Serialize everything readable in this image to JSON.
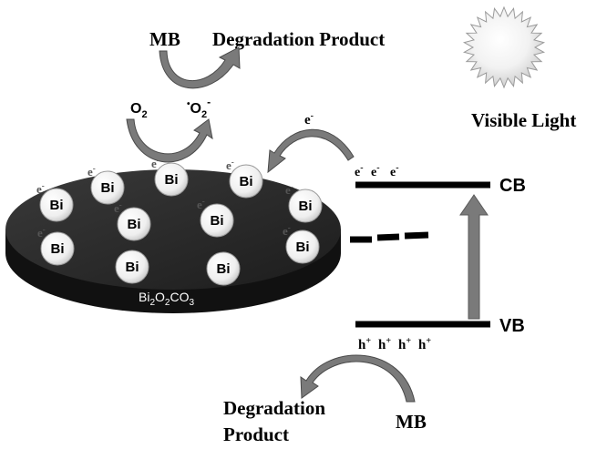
{
  "top": {
    "mb": "MB",
    "product": "Degradation Product",
    "o2": "O",
    "o2_sub": "2",
    "radical_dot": "•",
    "radical_o": "O",
    "radical_sub": "2",
    "radical_sup": "-",
    "electron": "e",
    "electron_sup": "-"
  },
  "light": {
    "label": "Visible Light"
  },
  "bands": {
    "cb": "CB",
    "vb": "VB",
    "electrons": [
      {
        "e": "e",
        "sup": "-"
      },
      {
        "e": "e",
        "sup": "-"
      },
      {
        "e": "e",
        "sup": "-"
      }
    ],
    "holes": [
      {
        "h": "h",
        "sup": "+"
      },
      {
        "h": "h",
        "sup": "+"
      },
      {
        "h": "h",
        "sup": "+"
      },
      {
        "h": "h",
        "sup": "+"
      }
    ]
  },
  "disk": {
    "bi": "Bi",
    "electron": "e",
    "electron_sup": "-",
    "formula": [
      {
        "text": "Bi",
        "sub": "2"
      },
      {
        "text": "O",
        "sub": "2"
      },
      {
        "text": "CO",
        "sub": "3"
      }
    ]
  },
  "bottom": {
    "product_line1": "Degradation",
    "product_line2": "Product",
    "mb": "MB"
  },
  "colors": {
    "disk_top": "#2b2b2b",
    "disk_side": "#111111",
    "arrow_fill": "#7a7a7a",
    "arrow_stroke": "#4a4a4a",
    "band": "#000000",
    "bi_fill": "#f4f4f4"
  }
}
